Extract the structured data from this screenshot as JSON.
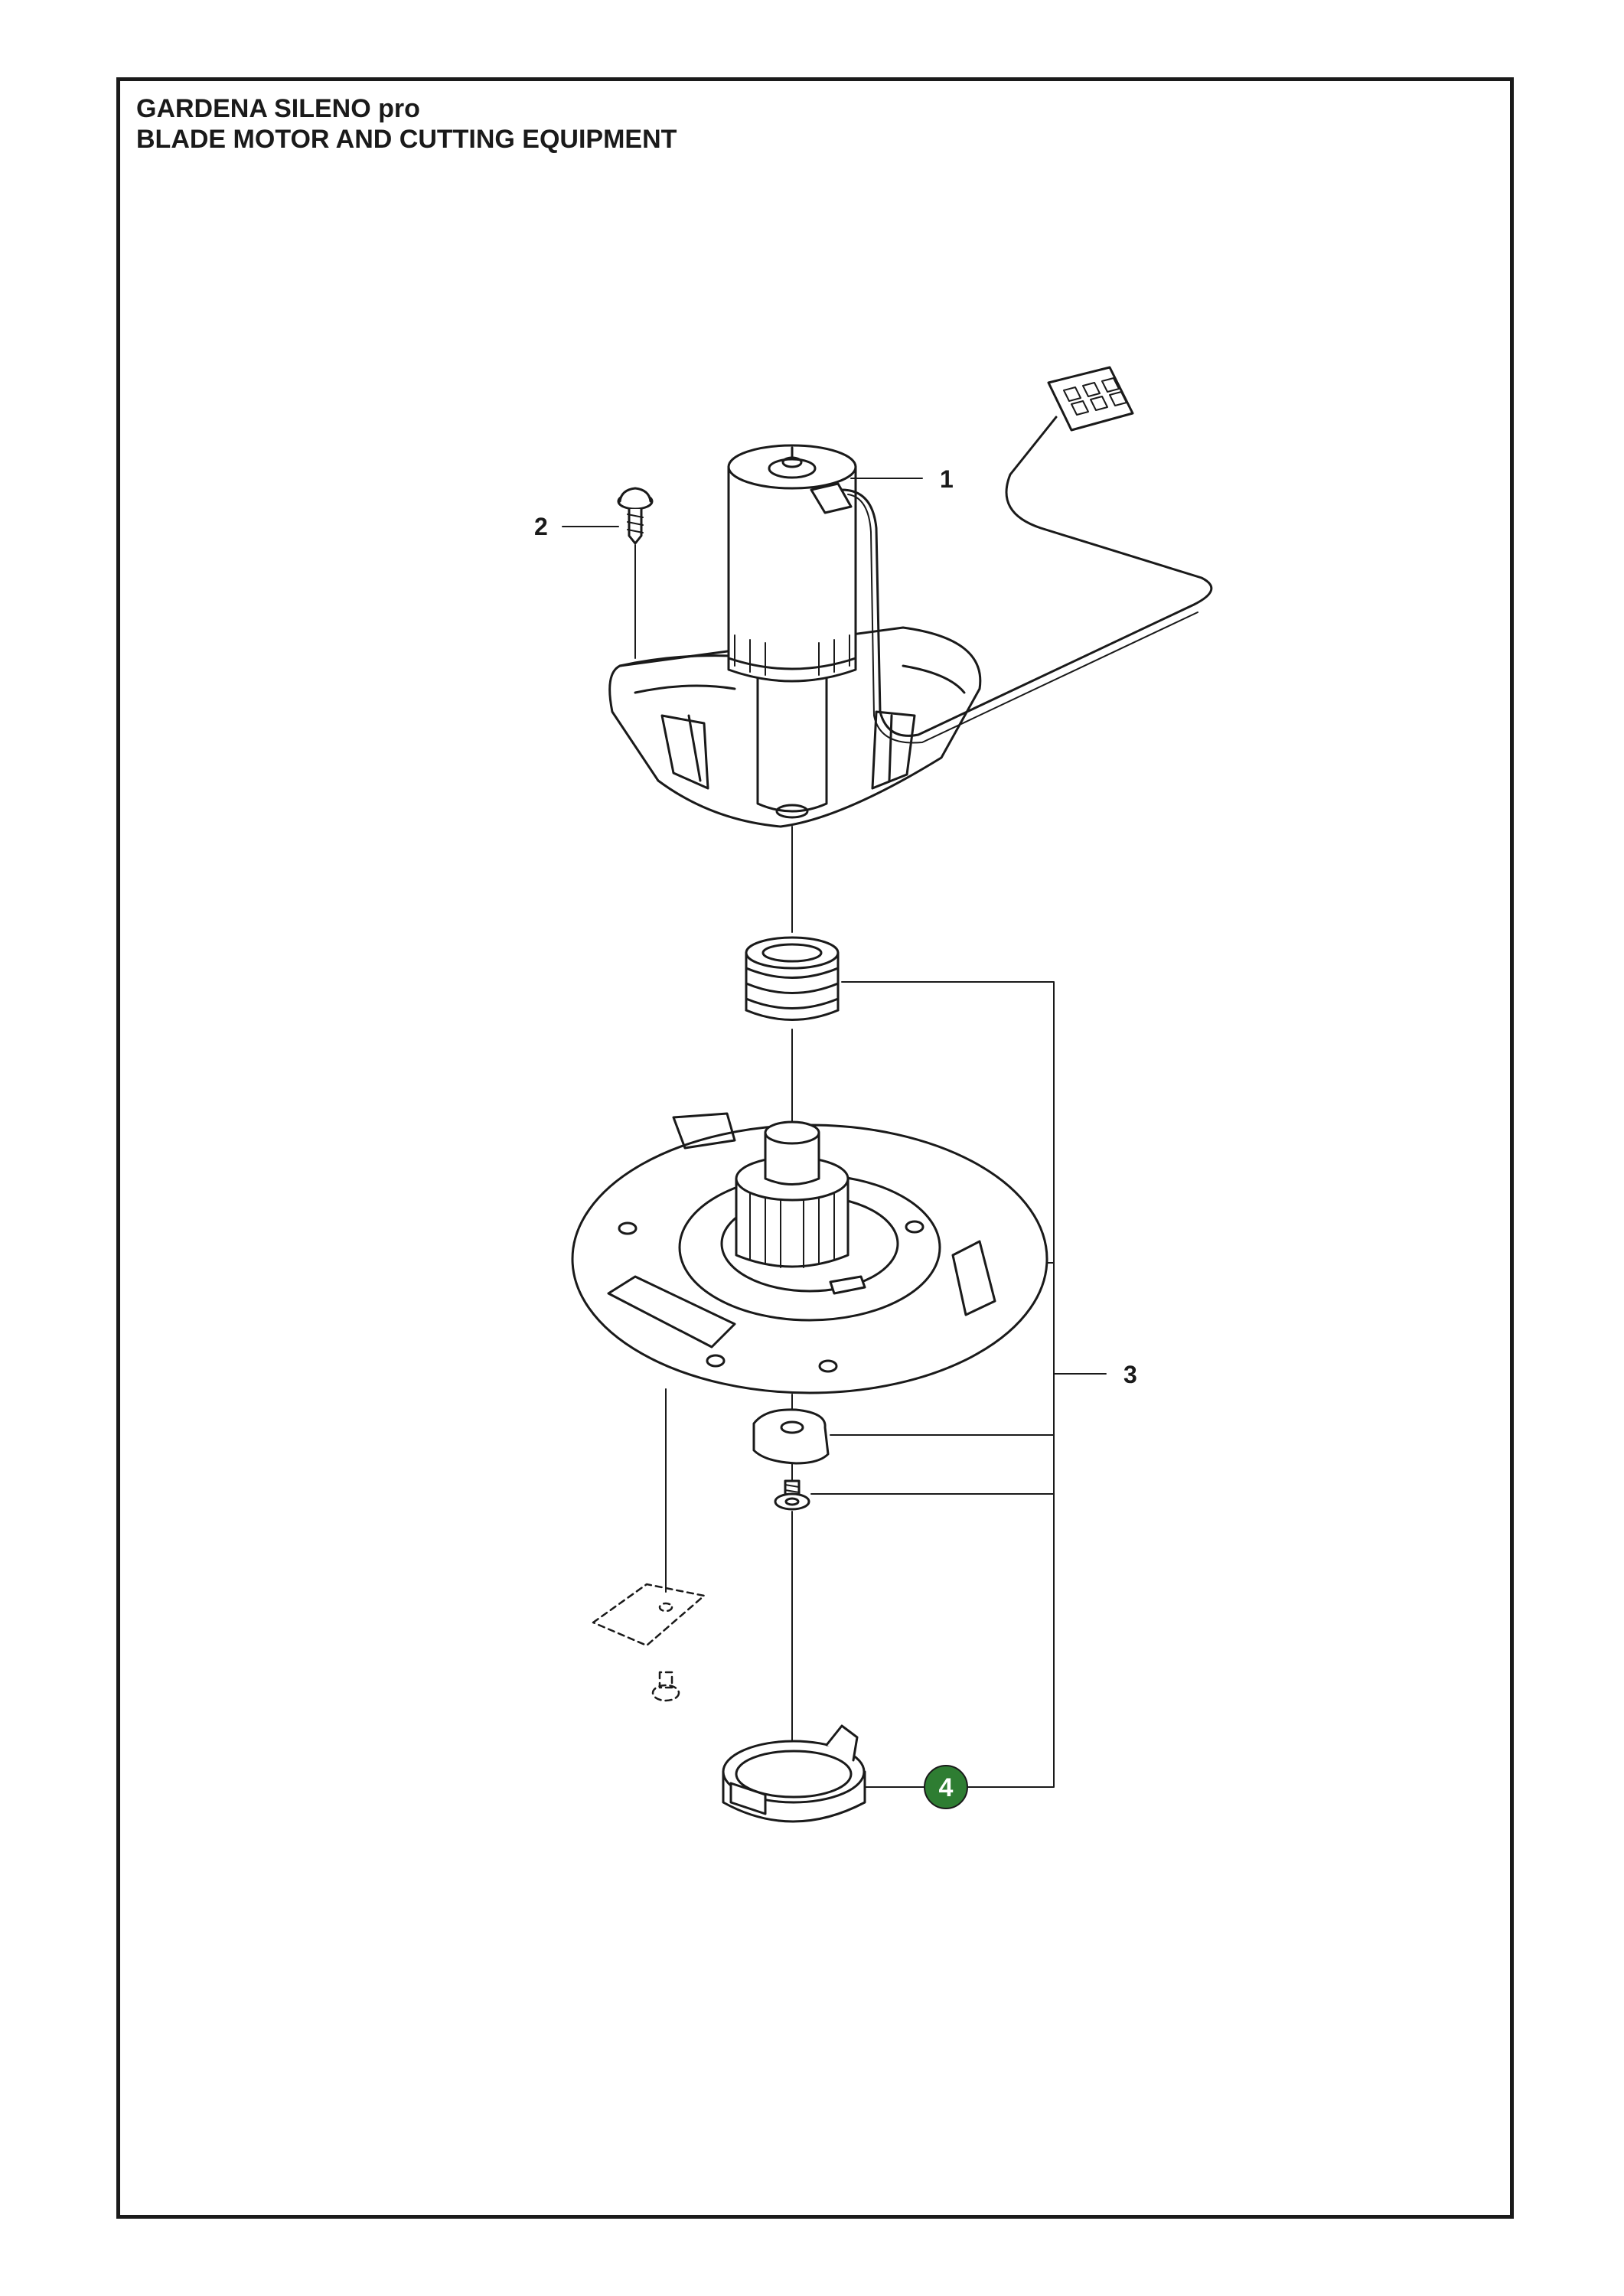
{
  "header": {
    "title_line1": "GARDENA SILENO pro",
    "title_line2": "BLADE MOTOR AND CUTTING EQUIPMENT"
  },
  "callouts": [
    {
      "id": "1",
      "label": "1",
      "highlighted": false
    },
    {
      "id": "2",
      "label": "2",
      "highlighted": false
    },
    {
      "id": "3",
      "label": "3",
      "highlighted": false
    },
    {
      "id": "4",
      "label": "4",
      "highlighted": true
    }
  ],
  "colors": {
    "line": "#1a1a1a",
    "highlight": "#2e7d32",
    "background": "#ffffff"
  }
}
